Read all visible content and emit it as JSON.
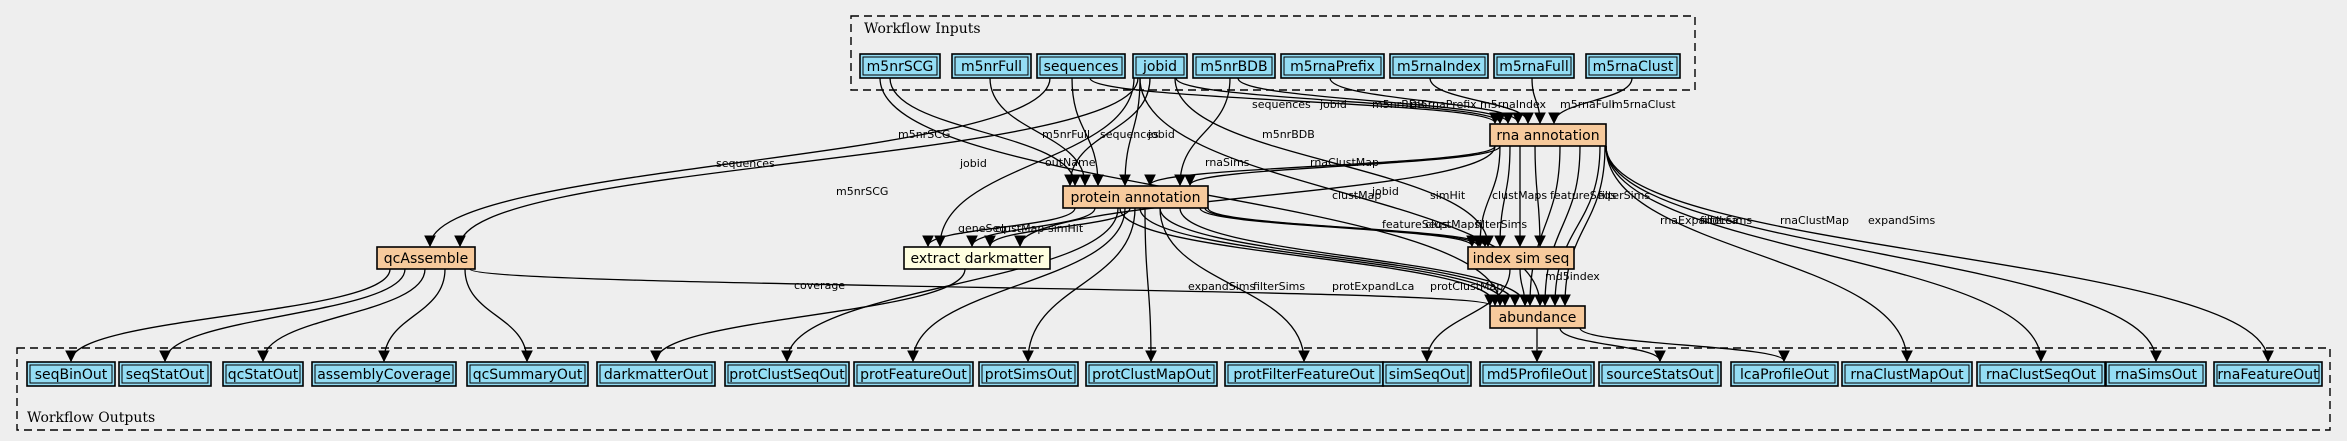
{
  "colors": {
    "background": "#eeeeee",
    "io_fill": "#94ddf4",
    "step_fill": "#f7ca9c",
    "highlight_fill": "#ffffe0"
  },
  "clusters": [
    {
      "id": "inputs",
      "label": "Workflow Inputs"
    },
    {
      "id": "outputs",
      "label": "Workflow Outputs"
    }
  ],
  "nodes": [
    {
      "id": "m5nrSCG",
      "label": "m5nrSCG",
      "kind": "io"
    },
    {
      "id": "m5nrFull",
      "label": "m5nrFull",
      "kind": "io"
    },
    {
      "id": "sequences",
      "label": "sequences",
      "kind": "io"
    },
    {
      "id": "jobid",
      "label": "jobid",
      "kind": "io"
    },
    {
      "id": "m5nrBDB",
      "label": "m5nrBDB",
      "kind": "io"
    },
    {
      "id": "m5rnaPrefix",
      "label": "m5rnaPrefix",
      "kind": "io"
    },
    {
      "id": "m5rnaIndex",
      "label": "m5rnaIndex",
      "kind": "io"
    },
    {
      "id": "m5rnaFull",
      "label": "m5rnaFull",
      "kind": "io"
    },
    {
      "id": "m5rnaClust",
      "label": "m5rnaClust",
      "kind": "io"
    },
    {
      "id": "rna_annotation",
      "label": "rna annotation",
      "kind": "step"
    },
    {
      "id": "protein_annotation",
      "label": "protein annotation",
      "kind": "step"
    },
    {
      "id": "qcAssemble",
      "label": "qcAssemble",
      "kind": "step"
    },
    {
      "id": "extract_darkmatter",
      "label": "extract darkmatter",
      "kind": "highlight"
    },
    {
      "id": "index_sim_seq",
      "label": "index sim seq",
      "kind": "step"
    },
    {
      "id": "abundance",
      "label": "abundance",
      "kind": "step"
    },
    {
      "id": "seqBinOut",
      "label": "seqBinOut",
      "kind": "io"
    },
    {
      "id": "seqStatOut",
      "label": "seqStatOut",
      "kind": "io"
    },
    {
      "id": "qcStatOut",
      "label": "qcStatOut",
      "kind": "io"
    },
    {
      "id": "assemblyCoverage",
      "label": "assemblyCoverage",
      "kind": "io"
    },
    {
      "id": "qcSummaryOut",
      "label": "qcSummaryOut",
      "kind": "io"
    },
    {
      "id": "darkmatterOut",
      "label": "darkmatterOut",
      "kind": "io"
    },
    {
      "id": "protClustSeqOut",
      "label": "protClustSeqOut",
      "kind": "io"
    },
    {
      "id": "protFeatureOut",
      "label": "protFeatureOut",
      "kind": "io"
    },
    {
      "id": "protSimsOut",
      "label": "protSimsOut",
      "kind": "io"
    },
    {
      "id": "protClustMapOut",
      "label": "protClustMapOut",
      "kind": "io"
    },
    {
      "id": "protFilterFeatureOut",
      "label": "protFilterFeatureOut",
      "kind": "io"
    },
    {
      "id": "simSeqOut",
      "label": "simSeqOut",
      "kind": "io"
    },
    {
      "id": "md5ProfileOut",
      "label": "md5ProfileOut",
      "kind": "io"
    },
    {
      "id": "sourceStatsOut",
      "label": "sourceStatsOut",
      "kind": "io"
    },
    {
      "id": "lcaProfileOut",
      "label": "lcaProfileOut",
      "kind": "io"
    },
    {
      "id": "rnaClustMapOut",
      "label": "rnaClustMapOut",
      "kind": "io"
    },
    {
      "id": "rnaClustSeqOut",
      "label": "rnaClustSeqOut",
      "kind": "io"
    },
    {
      "id": "rnaSimsOut",
      "label": "rnaSimsOut",
      "kind": "io"
    },
    {
      "id": "rnaFeatureOut",
      "label": "rnaFeatureOut",
      "kind": "io"
    }
  ],
  "edges": [
    {
      "from": "jobid",
      "to": "rna_annotation",
      "label": "jobid"
    },
    {
      "from": "m5nrBDB",
      "to": "rna_annotation",
      "label": "m5nrBDB"
    },
    {
      "from": "m5rnaPrefix",
      "to": "rna_annotation",
      "label": "m5rnaPrefix"
    },
    {
      "from": "m5rnaIndex",
      "to": "rna_annotation",
      "label": "m5rnaIndex"
    },
    {
      "from": "m5rnaFull",
      "to": "rna_annotation",
      "label": "m5rnaFull"
    },
    {
      "from": "m5rnaClust",
      "to": "rna_annotation",
      "label": "m5rnaClust"
    },
    {
      "from": "sequences",
      "to": "rna_annotation",
      "label": "sequences"
    },
    {
      "from": "m5nrSCG",
      "to": "protein_annotation",
      "label": "m5nrSCG"
    },
    {
      "from": "m5nrFull",
      "to": "protein_annotation",
      "label": "m5nrFull"
    },
    {
      "from": "sequences",
      "to": "protein_annotation",
      "label": "sequences"
    },
    {
      "from": "jobid",
      "to": "protein_annotation",
      "label": "jobid"
    },
    {
      "from": "m5nrBDB",
      "to": "protein_annotation",
      "label": "m5nrBDB"
    },
    {
      "from": "rna_annotation",
      "to": "protein_annotation",
      "label": "rnaSims"
    },
    {
      "from": "rna_annotation",
      "to": "protein_annotation",
      "label": "rnaClustMap"
    },
    {
      "from": "jobid",
      "to": "protein_annotation",
      "label": "outName"
    },
    {
      "from": "sequences",
      "to": "qcAssemble",
      "label": "sequences"
    },
    {
      "from": "jobid",
      "to": "qcAssemble",
      "label": "jobid"
    },
    {
      "from": "m5nrSCG",
      "to": "abundance",
      "label": "m5nrSCG"
    },
    {
      "from": "jobid",
      "to": "index_sim_seq",
      "label": "jobid"
    },
    {
      "from": "jobid",
      "to": "extract_darkmatter",
      "label": ""
    },
    {
      "from": "protein_annotation",
      "to": "extract_darkmatter",
      "label": "geneSeq"
    },
    {
      "from": "protein_annotation",
      "to": "extract_darkmatter",
      "label": "clustMap"
    },
    {
      "from": "protein_annotation",
      "to": "extract_darkmatter",
      "label": "simHit"
    },
    {
      "from": "rna_annotation",
      "to": "extract_darkmatter",
      "label": "clustMap"
    },
    {
      "from": "rna_annotation",
      "to": "index_sim_seq",
      "label": "simHit"
    },
    {
      "from": "rna_annotation",
      "to": "index_sim_seq",
      "label": "clustMaps"
    },
    {
      "from": "rna_annotation",
      "to": "index_sim_seq",
      "label": "featureSeqs"
    },
    {
      "from": "rna_annotation",
      "to": "index_sim_seq",
      "label": "filterSims"
    },
    {
      "from": "protein_annotation",
      "to": "index_sim_seq",
      "label": "featureSeqs"
    },
    {
      "from": "protein_annotation",
      "to": "index_sim_seq",
      "label": "clustMaps"
    },
    {
      "from": "protein_annotation",
      "to": "index_sim_seq",
      "label": "filterSims"
    },
    {
      "from": "rna_annotation",
      "to": "abundance",
      "label": "rnaExpandLca"
    },
    {
      "from": "rna_annotation",
      "to": "abundance",
      "label": "filterSims"
    },
    {
      "from": "rna_annotation",
      "to": "abundance",
      "label": "rnaClustMap"
    },
    {
      "from": "rna_annotation",
      "to": "abundance",
      "label": "expandSims"
    },
    {
      "from": "protein_annotation",
      "to": "abundance",
      "label": "expandSims"
    },
    {
      "from": "protein_annotation",
      "to": "abundance",
      "label": "filterSims"
    },
    {
      "from": "protein_annotation",
      "to": "abundance",
      "label": "protExpandLca"
    },
    {
      "from": "protein_annotation",
      "to": "abundance",
      "label": "protClustMap"
    },
    {
      "from": "qcAssemble",
      "to": "abundance",
      "label": "coverage"
    },
    {
      "from": "index_sim_seq",
      "to": "abundance",
      "label": "md5index"
    },
    {
      "from": "jobid",
      "to": "abundance",
      "label": ""
    },
    {
      "from": "qcAssemble",
      "to": "seqBinOut",
      "label": ""
    },
    {
      "from": "qcAssemble",
      "to": "seqStatOut",
      "label": ""
    },
    {
      "from": "qcAssemble",
      "to": "qcStatOut",
      "label": ""
    },
    {
      "from": "qcAssemble",
      "to": "assemblyCoverage",
      "label": ""
    },
    {
      "from": "qcAssemble",
      "to": "qcSummaryOut",
      "label": ""
    },
    {
      "from": "extract_darkmatter",
      "to": "darkmatterOut",
      "label": ""
    },
    {
      "from": "protein_annotation",
      "to": "protClustSeqOut",
      "label": ""
    },
    {
      "from": "protein_annotation",
      "to": "protFeatureOut",
      "label": ""
    },
    {
      "from": "protein_annotation",
      "to": "protSimsOut",
      "label": ""
    },
    {
      "from": "protein_annotation",
      "to": "protClustMapOut",
      "label": ""
    },
    {
      "from": "protein_annotation",
      "to": "protFilterFeatureOut",
      "label": ""
    },
    {
      "from": "index_sim_seq",
      "to": "simSeqOut",
      "label": ""
    },
    {
      "from": "abundance",
      "to": "md5ProfileOut",
      "label": ""
    },
    {
      "from": "abundance",
      "to": "sourceStatsOut",
      "label": ""
    },
    {
      "from": "abundance",
      "to": "lcaProfileOut",
      "label": ""
    },
    {
      "from": "rna_annotation",
      "to": "rnaClustMapOut",
      "label": ""
    },
    {
      "from": "rna_annotation",
      "to": "rnaClustSeqOut",
      "label": ""
    },
    {
      "from": "rna_annotation",
      "to": "rnaSimsOut",
      "label": ""
    },
    {
      "from": "rna_annotation",
      "to": "rnaFeatureOut",
      "label": ""
    }
  ]
}
